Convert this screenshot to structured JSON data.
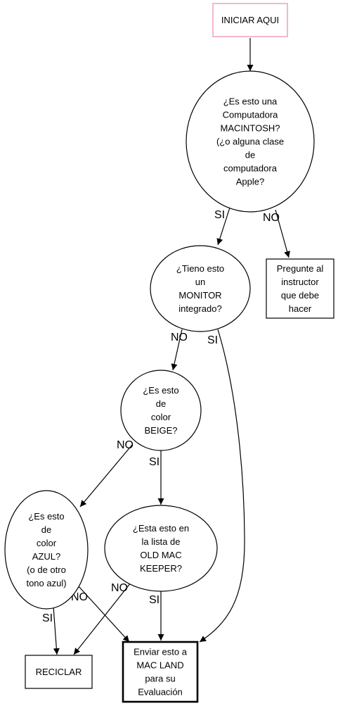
{
  "nodes": {
    "start": {
      "lines": [
        "INICIAR AQUI"
      ],
      "border_color": "#f4b8c8"
    },
    "q_mac": {
      "lines": [
        "¿Es esto una",
        "Computadora",
        "MACINTOSH?",
        "(¿o alguna clase",
        "de",
        "computadora",
        "Apple?"
      ]
    },
    "ask_instructor": {
      "lines": [
        "Pregunte al",
        "instructor",
        "que debe",
        "hacer"
      ]
    },
    "q_monitor": {
      "lines": [
        "¿Tieno esto",
        "un",
        "MONITOR",
        "integrado?"
      ]
    },
    "q_beige": {
      "lines": [
        "¿Es esto",
        "de",
        "color",
        "BEIGE?"
      ]
    },
    "q_blue": {
      "lines": [
        "¿Es esto",
        "de",
        "color",
        "AZUL?",
        "(o de otro",
        "tono azul)"
      ]
    },
    "q_oldmac": {
      "lines": [
        "¿Esta esto en",
        "la lista de",
        "OLD MAC",
        "KEEPER?"
      ]
    },
    "recycle": {
      "lines": [
        "RECICLAR"
      ]
    },
    "send": {
      "lines": [
        "Enviar esto a",
        "MAC LAND",
        "para su",
        "Evaluación"
      ]
    }
  },
  "edges": {
    "start_mac": {
      "label": ""
    },
    "mac_monitor": {
      "label": "SI"
    },
    "mac_instructor": {
      "label": "NO"
    },
    "monitor_beige": {
      "label": "NO"
    },
    "monitor_send": {
      "label": "SI"
    },
    "beige_blue": {
      "label": "NO"
    },
    "beige_oldmac": {
      "label": "SI"
    },
    "blue_send": {
      "label": "NO"
    },
    "blue_recycle": {
      "label": "SI"
    },
    "oldmac_recycle": {
      "label": "NO"
    },
    "oldmac_send": {
      "label": "SI"
    }
  }
}
